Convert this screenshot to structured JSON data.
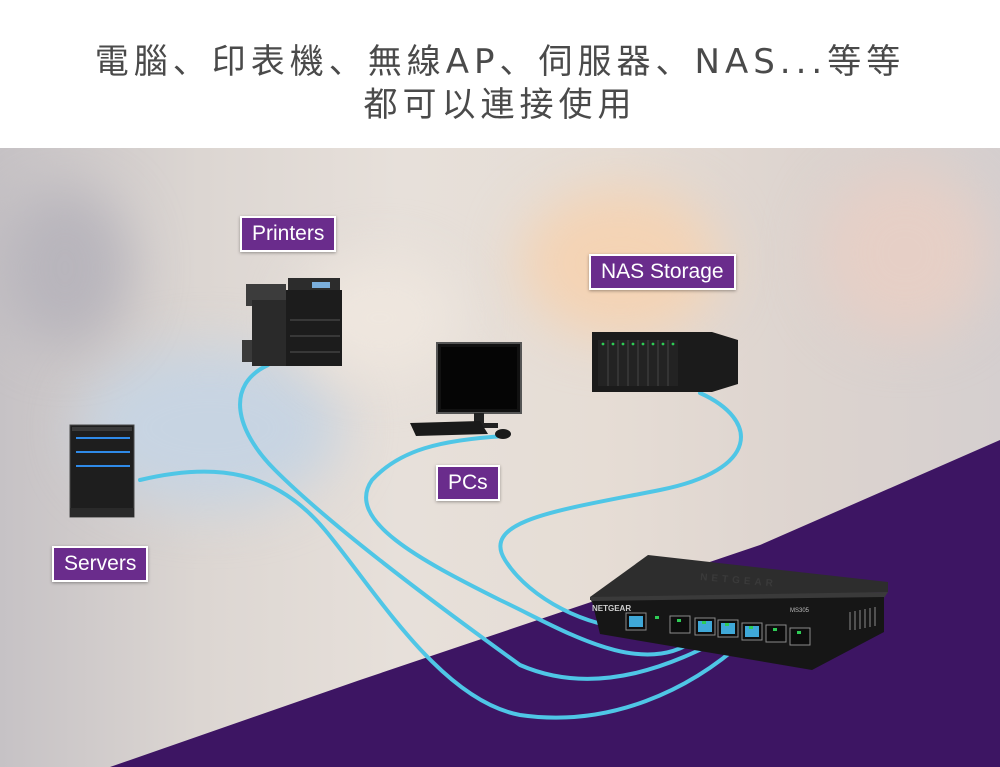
{
  "heading": {
    "line1": "電腦、印表機、無線AP、伺服器、NAS...等等",
    "line2": "都可以連接使用"
  },
  "labels": {
    "printers": "Printers",
    "nas": "NAS Storage",
    "pcs": "PCs",
    "servers": "Servers"
  },
  "switch": {
    "brand": "NETGEAR",
    "top_logo": "NETGEAR",
    "model": "MS305"
  },
  "colors": {
    "accent_purple": "#6a2c8c",
    "background_purple": "#3d1563",
    "cable_blue": "#4fc6e6"
  }
}
